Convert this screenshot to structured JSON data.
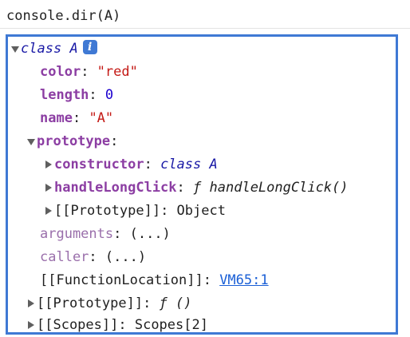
{
  "command": "console.dir(A)",
  "info_badge": "i",
  "colors": {
    "accent_border": "#3f79d4",
    "keyword": "#1a1aa6",
    "property_key": "#8c3ea3",
    "string": "#c41a16",
    "number": "#1c00cf",
    "link": "#1a5fd6"
  },
  "tree": {
    "root": {
      "keyword": "class",
      "name": "A"
    },
    "color": {
      "key": "color",
      "sep": ": ",
      "value": "\"red\""
    },
    "length": {
      "key": "length",
      "sep": ": ",
      "value": "0"
    },
    "name": {
      "key": "name",
      "sep": ": ",
      "value": "\"A\""
    },
    "prototype": {
      "key": "prototype",
      "sep": ":"
    },
    "constructor": {
      "key": "constructor",
      "sep": ": ",
      "keyword": "class",
      "value": "A"
    },
    "handleLongClick": {
      "key": "handleLongClick",
      "sep": ": ",
      "f": "ƒ",
      "value": "handleLongClick()"
    },
    "proto_inner": {
      "key": "[[Prototype]]",
      "sep": ": ",
      "value": "Object"
    },
    "arguments": {
      "key": "arguments",
      "sep": ": ",
      "value": "(...)"
    },
    "caller": {
      "key": "caller",
      "sep": ": ",
      "value": "(...)"
    },
    "function_location": {
      "key": "[[FunctionLocation]]",
      "sep": ": ",
      "value": "VM65:1"
    },
    "proto_outer": {
      "key": "[[Prototype]]",
      "sep": ": ",
      "f": "ƒ",
      "value": "()"
    },
    "scopes": {
      "key": "[[Scopes]]",
      "sep": ": ",
      "value": "Scopes[2]"
    }
  }
}
